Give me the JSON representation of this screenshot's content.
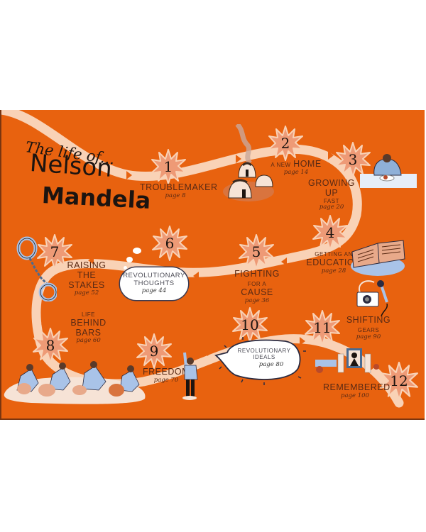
{
  "title": {
    "prefix": "The life of...",
    "first_name": "Nelson",
    "last_name": "Mandela"
  },
  "colors": {
    "background": "#E8620F",
    "road": "#F9D2B6",
    "star_fill": "#EE9A76",
    "star_outline": "#F9D2B6",
    "label_text": "#5A2A14",
    "bubble_text": "#4B4B55"
  },
  "milestones": [
    {
      "number": "1",
      "title": "Troublemaker",
      "page": "page 8"
    },
    {
      "number": "2",
      "title_small": "A new",
      "title": "Home",
      "page": "page 14"
    },
    {
      "number": "3",
      "title": "Growing up",
      "title_small": "fast",
      "page": "page 20"
    },
    {
      "number": "4",
      "title_small": "Getting an",
      "title": "Education",
      "page": "page 28"
    },
    {
      "number": "5",
      "title": "Fighting",
      "title_small": "for a",
      "title2": "Cause",
      "page": "page 36"
    },
    {
      "number": "6",
      "title": "Revolutionary Thoughts",
      "page": "page 44"
    },
    {
      "number": "7",
      "title": "Raising",
      "title2": "the stakes",
      "page": "page 52"
    },
    {
      "number": "8",
      "title_small": "Life",
      "title": "Behind",
      "title2": "Bars",
      "page": "page 60"
    },
    {
      "number": "9",
      "title": "Freedom",
      "page": "page 70"
    },
    {
      "number": "10",
      "title": "Revolutionary",
      "title2": "Ideals",
      "page": "page 80"
    },
    {
      "number": "11",
      "title": "Shifting",
      "title_small": "gears",
      "page": "page 90"
    },
    {
      "number": "12",
      "title": "Remembered",
      "page": "page 100"
    }
  ],
  "icons": [
    "huts-icon",
    "eating-man-icon",
    "open-book-icon",
    "camera-microphone-icon",
    "handcuffs-icon",
    "prisoners-breaking-rocks-icon",
    "waving-man-icon",
    "memorial-candles-icon",
    "thought-bubble-icon",
    "speech-bubble-icon"
  ]
}
